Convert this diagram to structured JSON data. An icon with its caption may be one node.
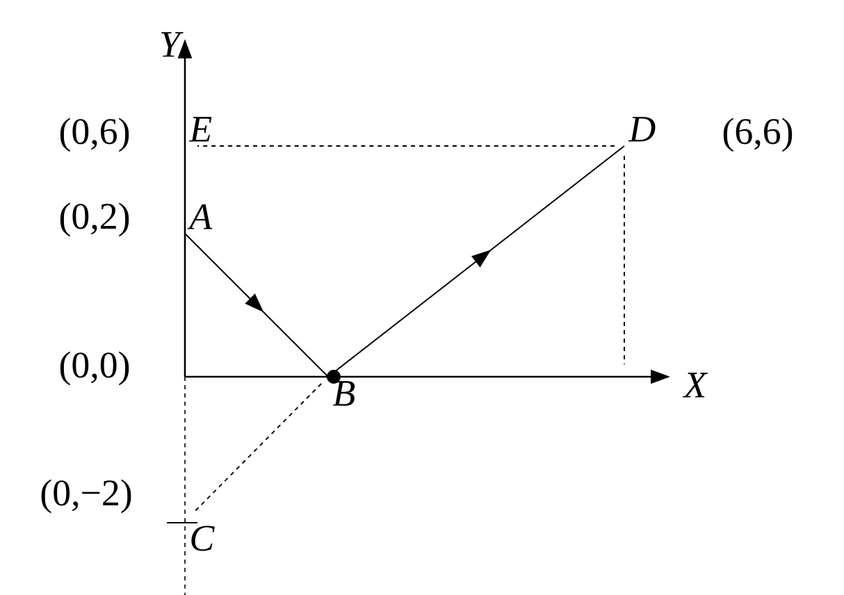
{
  "diagram": {
    "nodes": [
      {
        "text": [
          "A"
        ]
      },
      {
        "text": [
          "B"
        ]
      },
      {
        "text": [
          "D"
        ]
      },
      {
        "text": [
          "E"
        ]
      },
      {
        "text": [
          "C"
        ]
      }
    ],
    "edges": [
      {
        "from": 0,
        "to": 1,
        "arrow": "to"
      },
      {
        "from": 1,
        "to": 2,
        "arrow": "to"
      },
      {
        "from": 2,
        "to": 3,
        "arrow": "none",
        "style": "dashed"
      },
      {
        "from": 2,
        "to": null,
        "arrow": "none",
        "style": "dashed"
      },
      {
        "from": 1,
        "to": 4,
        "arrow": "none",
        "style": "dashed"
      }
    ],
    "labels": [
      "Y",
      "(0,6)",
      "(6,6)",
      "(0,2)",
      "(0,0)",
      "X",
      "(0,−2)"
    ]
  }
}
